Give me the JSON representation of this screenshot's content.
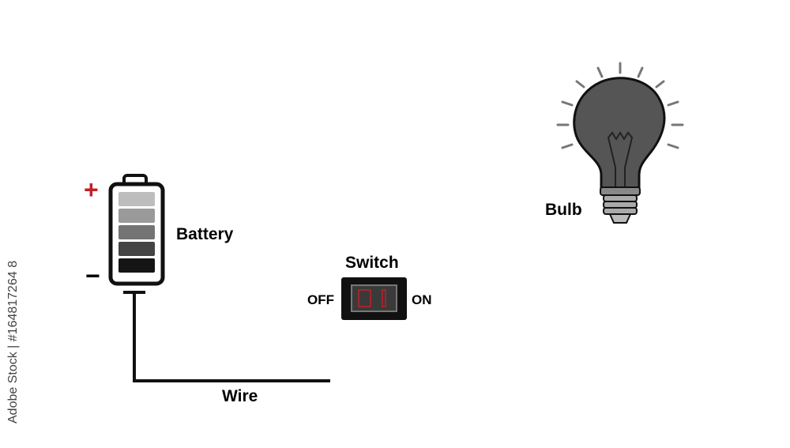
{
  "labels": {
    "battery": "Battery",
    "switch": "Switch",
    "off": "OFF",
    "on": "ON",
    "bulb": "Bulb",
    "wire": "Wire",
    "plus": "+",
    "minus": "−"
  },
  "watermark": "Adobe Stock | #164817264 8",
  "colors": {
    "plus": "#c0202a",
    "switch_body": "#111111",
    "switch_window": "#3a3a3a",
    "switch_indicator": "#c0202a",
    "bulb_glass": "#555555",
    "rays": "#777777",
    "battery_cells": [
      "#bdbdbd",
      "#9a9a9a",
      "#747474",
      "#444444",
      "#151515"
    ]
  }
}
